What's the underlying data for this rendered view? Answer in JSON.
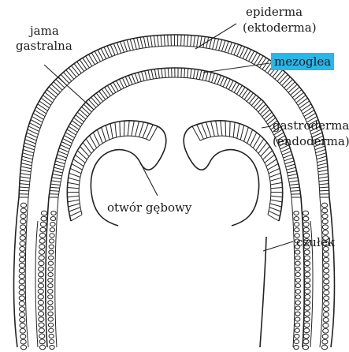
{
  "labels": {
    "epiderma": "epiderma",
    "ektoderma": "(ektoderma)",
    "jama_line1": "jama",
    "jama_line2": "gastralna",
    "mezoglea": "mezoglea",
    "gastroderma": "gastroderma",
    "endoderma": "(endoderma)",
    "otwor": "otwór gębowy",
    "czulek": "czułek"
  },
  "colors": {
    "highlight": "#29b6e8",
    "line": "#222222",
    "background": "#ffffff"
  }
}
